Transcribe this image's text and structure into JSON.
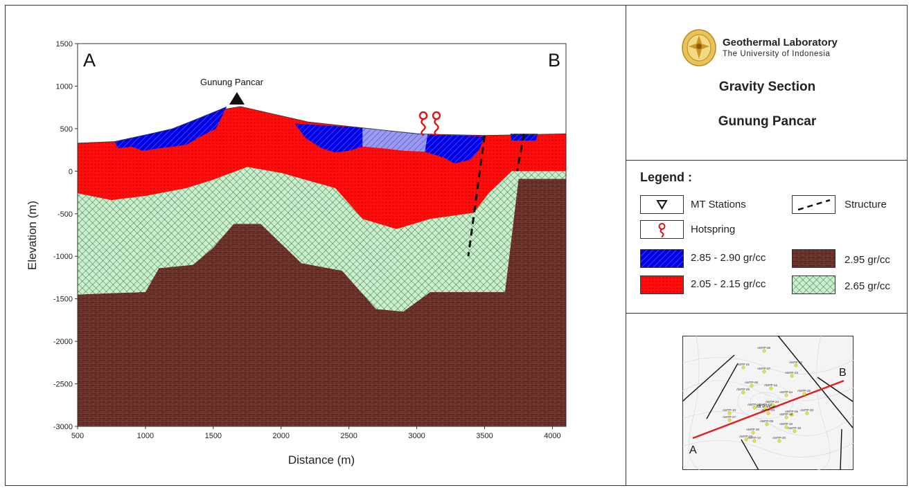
{
  "section": {
    "end_left": "A",
    "end_right": "B",
    "peak_label": "Gunung Pancar"
  },
  "chart_data": {
    "type": "cross-section",
    "xlabel": "Distance (m)",
    "ylabel": "Elevation (m)",
    "xlim": [
      500,
      4100
    ],
    "ylim": [
      -3000,
      1500
    ],
    "x_ticks": [
      "500",
      "1000",
      "1500",
      "2000",
      "2500",
      "3000",
      "3500",
      "4000"
    ],
    "y_ticks": [
      "1500",
      "1000",
      "500",
      "0",
      "-500",
      "-1000",
      "-1500",
      "-2000",
      "-2500",
      "-3000"
    ],
    "layers": [
      {
        "name": "2.95 gr/cc",
        "color": "#5c2a22",
        "polygon": [
          [
            500,
            -3000
          ],
          [
            500,
            -1450
          ],
          [
            1000,
            -1420
          ],
          [
            1100,
            -1140
          ],
          [
            1350,
            -1100
          ],
          [
            1500,
            -900
          ],
          [
            1650,
            -620
          ],
          [
            1850,
            -620
          ],
          [
            2150,
            -1080
          ],
          [
            2450,
            -1170
          ],
          [
            2700,
            -1620
          ],
          [
            2900,
            -1650
          ],
          [
            3100,
            -1420
          ],
          [
            3650,
            -1420
          ],
          [
            3750,
            -90
          ],
          [
            4100,
            -90
          ],
          [
            4100,
            -3000
          ]
        ]
      },
      {
        "name": "2.65 gr/cc",
        "color": "#c8f0cc",
        "polygon": [
          [
            500,
            -1450
          ],
          [
            500,
            -260
          ],
          [
            750,
            -340
          ],
          [
            1000,
            -290
          ],
          [
            1300,
            -200
          ],
          [
            1500,
            -100
          ],
          [
            1750,
            50
          ],
          [
            2000,
            -20
          ],
          [
            2400,
            -200
          ],
          [
            2600,
            -560
          ],
          [
            2850,
            -680
          ],
          [
            3100,
            -560
          ],
          [
            3420,
            -490
          ],
          [
            3530,
            -260
          ],
          [
            3700,
            0
          ],
          [
            4100,
            0
          ],
          [
            4100,
            -90
          ],
          [
            3750,
            -90
          ],
          [
            3650,
            -1420
          ],
          [
            3100,
            -1420
          ],
          [
            2900,
            -1650
          ],
          [
            2700,
            -1620
          ],
          [
            2450,
            -1170
          ],
          [
            2150,
            -1080
          ],
          [
            1850,
            -620
          ],
          [
            1650,
            -620
          ],
          [
            1500,
            -900
          ],
          [
            1350,
            -1100
          ],
          [
            1100,
            -1140
          ],
          [
            1000,
            -1420
          ]
        ]
      },
      {
        "name": "2.05 - 2.15 gr/cc",
        "color": "#ff0d0d",
        "polygon": [
          [
            500,
            -260
          ],
          [
            500,
            330
          ],
          [
            800,
            350
          ],
          [
            1200,
            500
          ],
          [
            1550,
            720
          ],
          [
            1700,
            760
          ],
          [
            2200,
            580
          ],
          [
            2600,
            510
          ],
          [
            3000,
            440
          ],
          [
            3500,
            420
          ],
          [
            4100,
            440
          ],
          [
            4100,
            0
          ],
          [
            3700,
            0
          ],
          [
            3530,
            -260
          ],
          [
            3420,
            -490
          ],
          [
            3100,
            -560
          ],
          [
            2850,
            -680
          ],
          [
            2600,
            -560
          ],
          [
            2400,
            -200
          ],
          [
            2000,
            -20
          ],
          [
            1750,
            50
          ],
          [
            1500,
            -100
          ],
          [
            1300,
            -200
          ],
          [
            1000,
            -290
          ],
          [
            750,
            -340
          ]
        ]
      },
      {
        "name": "2.85 - 2.90 gr/cc",
        "color": "#0000e6",
        "polygon": [
          [
            770,
            350
          ],
          [
            1200,
            500
          ],
          [
            1600,
            760
          ],
          [
            1520,
            500
          ],
          [
            1420,
            420
          ],
          [
            1300,
            310
          ],
          [
            1200,
            290
          ],
          [
            1100,
            270
          ],
          [
            980,
            240
          ],
          [
            900,
            290
          ],
          [
            800,
            270
          ]
        ]
      },
      {
        "name": "2.85 - 2.90 gr/cc",
        "color": "#0000e6",
        "polygon": [
          [
            2100,
            560
          ],
          [
            2600,
            510
          ],
          [
            2600,
            290
          ],
          [
            2500,
            240
          ],
          [
            2400,
            220
          ],
          [
            2300,
            270
          ],
          [
            2180,
            390
          ]
        ]
      },
      {
        "name": "2.85 - 2.90 gr/cc",
        "color": "#0000e6",
        "polygon": [
          [
            3050,
            430
          ],
          [
            3500,
            410
          ],
          [
            3460,
            250
          ],
          [
            3400,
            140
          ],
          [
            3280,
            90
          ],
          [
            3200,
            160
          ],
          [
            3060,
            230
          ]
        ]
      },
      {
        "name": "2.85 - 2.90 gr/cc",
        "color": "#0000e6",
        "polygon": [
          [
            3690,
            440
          ],
          [
            3890,
            440
          ],
          [
            3880,
            360
          ],
          [
            3700,
            360
          ]
        ]
      },
      {
        "name": "lens",
        "color": "#9a9af0",
        "polygon": [
          [
            2600,
            510
          ],
          [
            3080,
            435
          ],
          [
            3060,
            230
          ],
          [
            2900,
            240
          ],
          [
            2750,
            270
          ],
          [
            2600,
            290
          ]
        ]
      }
    ],
    "structures": [
      [
        [
          3500,
          420
        ],
        [
          3380,
          -1000
        ]
      ],
      [
        [
          3790,
          440
        ],
        [
          3740,
          0
        ]
      ]
    ],
    "surface": [
      [
        500,
        330
      ],
      [
        800,
        350
      ],
      [
        1200,
        500
      ],
      [
        1550,
        720
      ],
      [
        1700,
        760
      ],
      [
        2200,
        580
      ],
      [
        2600,
        510
      ],
      [
        3000,
        440
      ],
      [
        3500,
        420
      ],
      [
        4100,
        440
      ]
    ]
  },
  "info": {
    "lab_name": "Geothermal Laboratory",
    "university": "The University of Indonesia",
    "title_1": "Gravity Section",
    "title_2": "Gunung Pancar"
  },
  "legend": {
    "title": "Legend :",
    "mt_stations": "MT Stations",
    "hotspring": "Hotspring",
    "structure": "Structure",
    "d1": "2.85 - 2.90 gr/cc",
    "d2": "2.05 - 2.15 gr/cc",
    "d3": "2.95 gr/cc",
    "d4": "2.65 gr/cc"
  },
  "colors": {
    "high_density": "#0000e6",
    "low_density": "#ff0d0d",
    "basement": "#5c2a22",
    "middle": "#c8f0cc",
    "section_line": "#e02020"
  },
  "location_map": {
    "end_a": "A",
    "end_b": "B",
    "peak_label": "Mt Pancar",
    "stations": [
      "AMTP-08",
      "AMTP-21",
      "AMTP-07",
      "AMTP-22",
      "AMTP-23",
      "AMTP-25",
      "AMTP-06",
      "AMTP-12",
      "AMTP-34",
      "AMTP-32",
      "AMTP-24",
      "AMTP-03",
      "AMTP-04",
      "AMTP-05",
      "AMTP-10",
      "AMTP-18",
      "AMTP-33",
      "AMTP-27",
      "AMTP-09",
      "AMTP-15",
      "AMTP-19",
      "AMTP-30",
      "AMTP-29",
      "AMTP-14",
      "AMTP-20",
      "AMTP-11"
    ]
  }
}
